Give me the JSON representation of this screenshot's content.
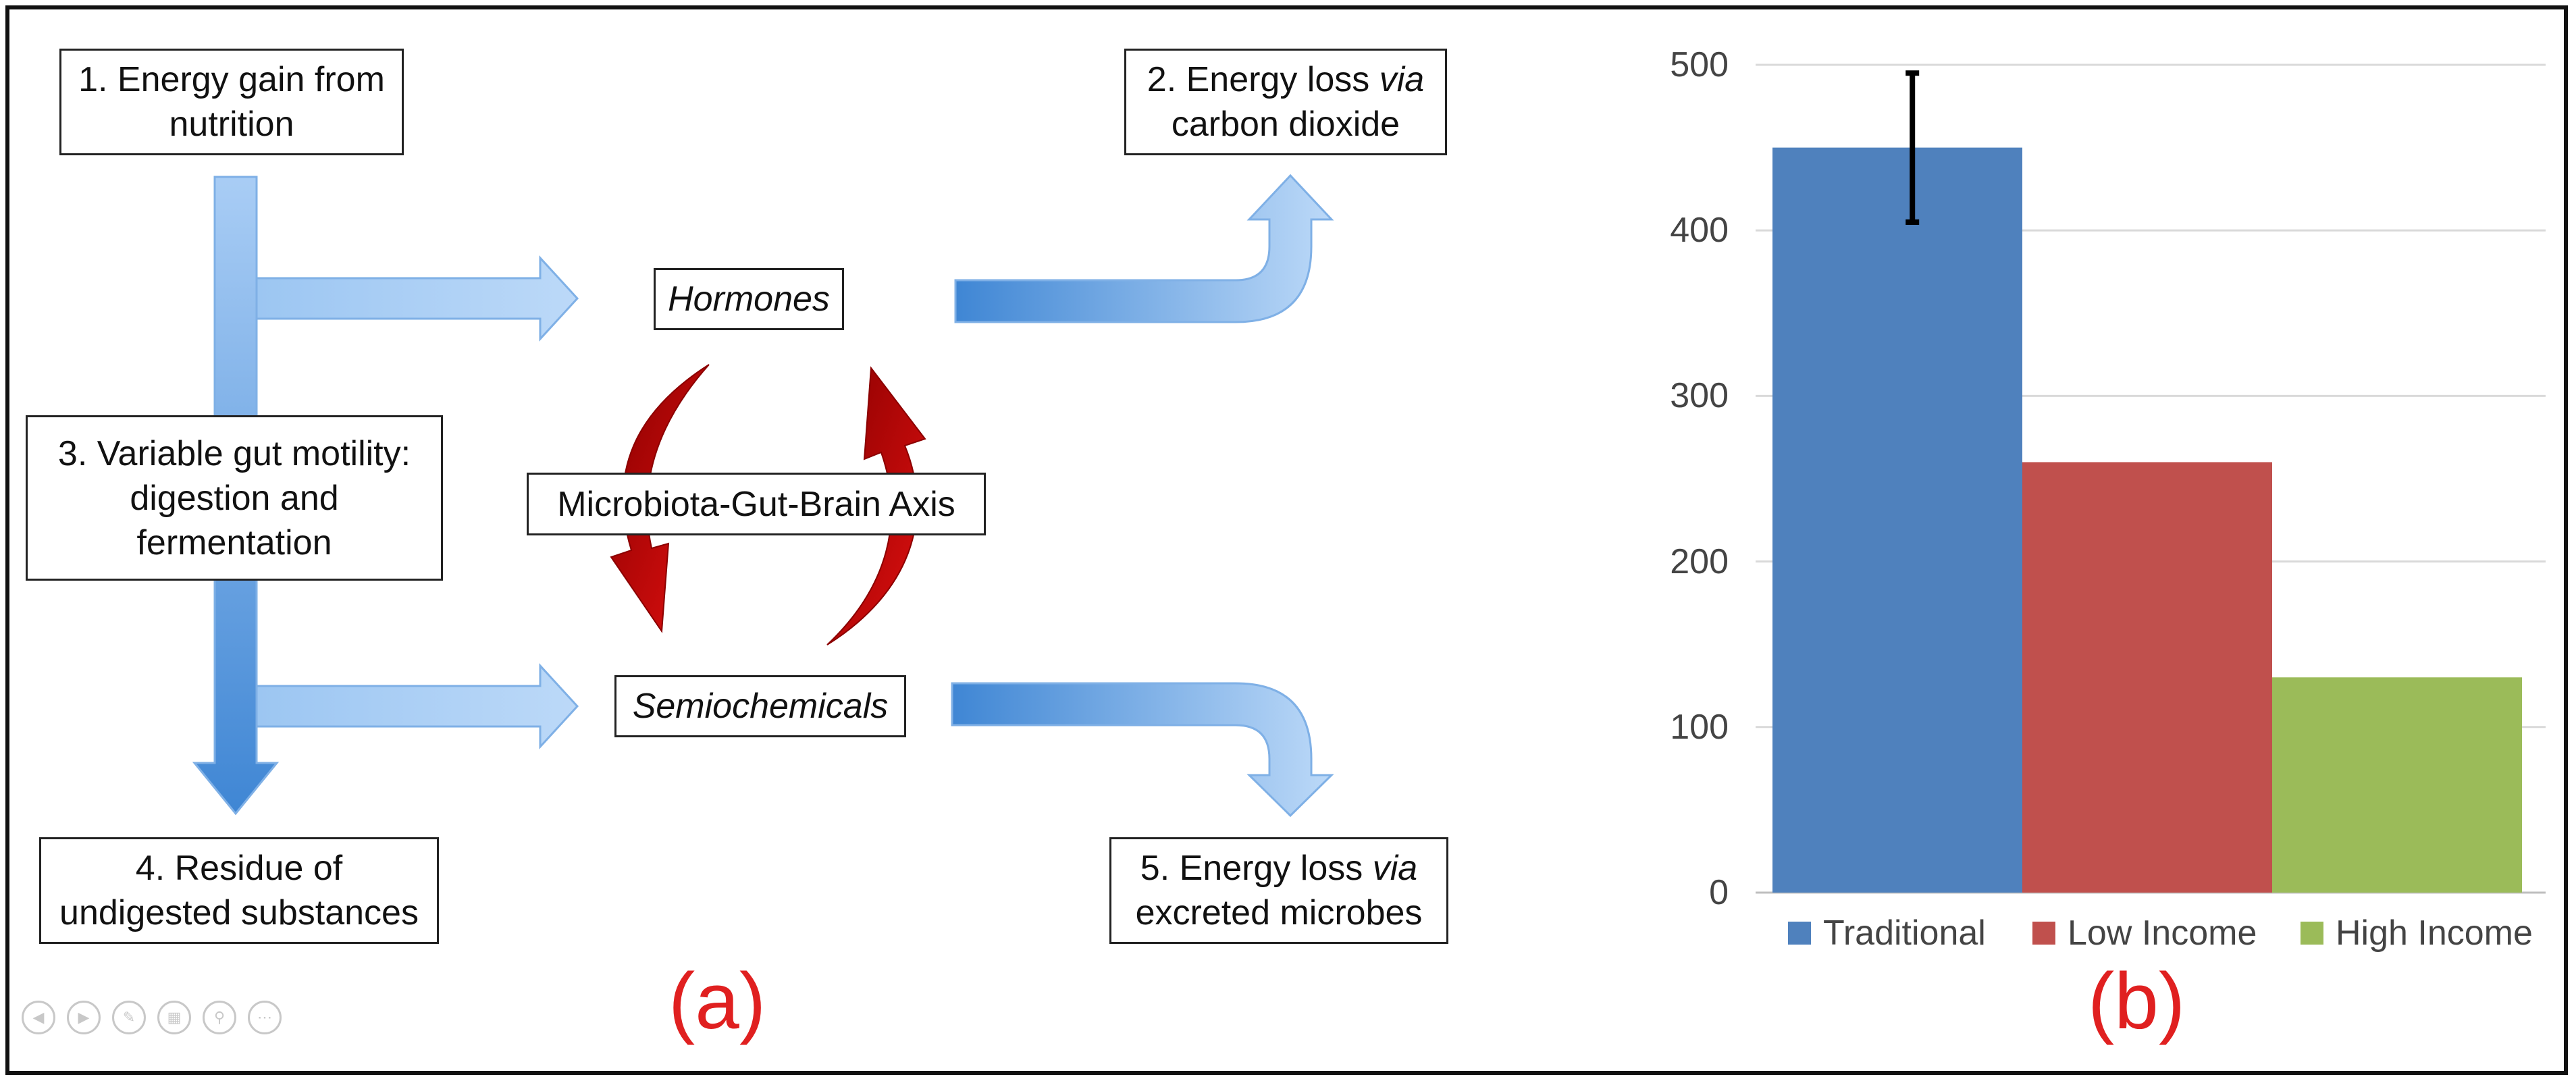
{
  "panel_a": {
    "box1": {
      "line1": "1. Energy gain from",
      "line2": "nutrition"
    },
    "box2": {
      "line1_plain": "2. Energy loss ",
      "line1_italic": "via",
      "line2": "carbon dioxide"
    },
    "box3": {
      "line1": "3. Variable gut motility:",
      "line2": "digestion and",
      "line3": "fermentation"
    },
    "box4": {
      "line1": "4. Residue of",
      "line2": "undigested substances"
    },
    "box5": {
      "line1_plain": "5. Energy loss ",
      "line1_italic": "via",
      "line2": "excreted microbes"
    },
    "hormones": "Hormones",
    "axis": "Microbiota-Gut-Brain Axis",
    "semiochemicals": "Semiochemicals",
    "label": "(a)",
    "controls": [
      "prev-icon",
      "next-icon",
      "pen-icon",
      "slides-icon",
      "zoom-icon",
      "more-icon"
    ]
  },
  "panel_b": {
    "label": "(b)"
  },
  "colors": {
    "traditional": "#4f81bd",
    "low_income": "#c0504d",
    "high_income": "#9bbb59",
    "label_red": "#e02020",
    "arrow_blue": "#5b9bd5",
    "cycle_red": "#c00000"
  },
  "chart_data": {
    "type": "bar",
    "categories": [
      "Traditional",
      "Low Income",
      "High Income"
    ],
    "values": [
      450,
      260,
      130
    ],
    "error": [
      [
        405,
        495
      ],
      null,
      null
    ],
    "ylim": [
      0,
      500
    ],
    "yticks": [
      "0",
      "100",
      "200",
      "300",
      "400",
      "500"
    ],
    "grid": true,
    "legend_position": "bottom",
    "title": "",
    "xlabel": "",
    "ylabel": ""
  }
}
